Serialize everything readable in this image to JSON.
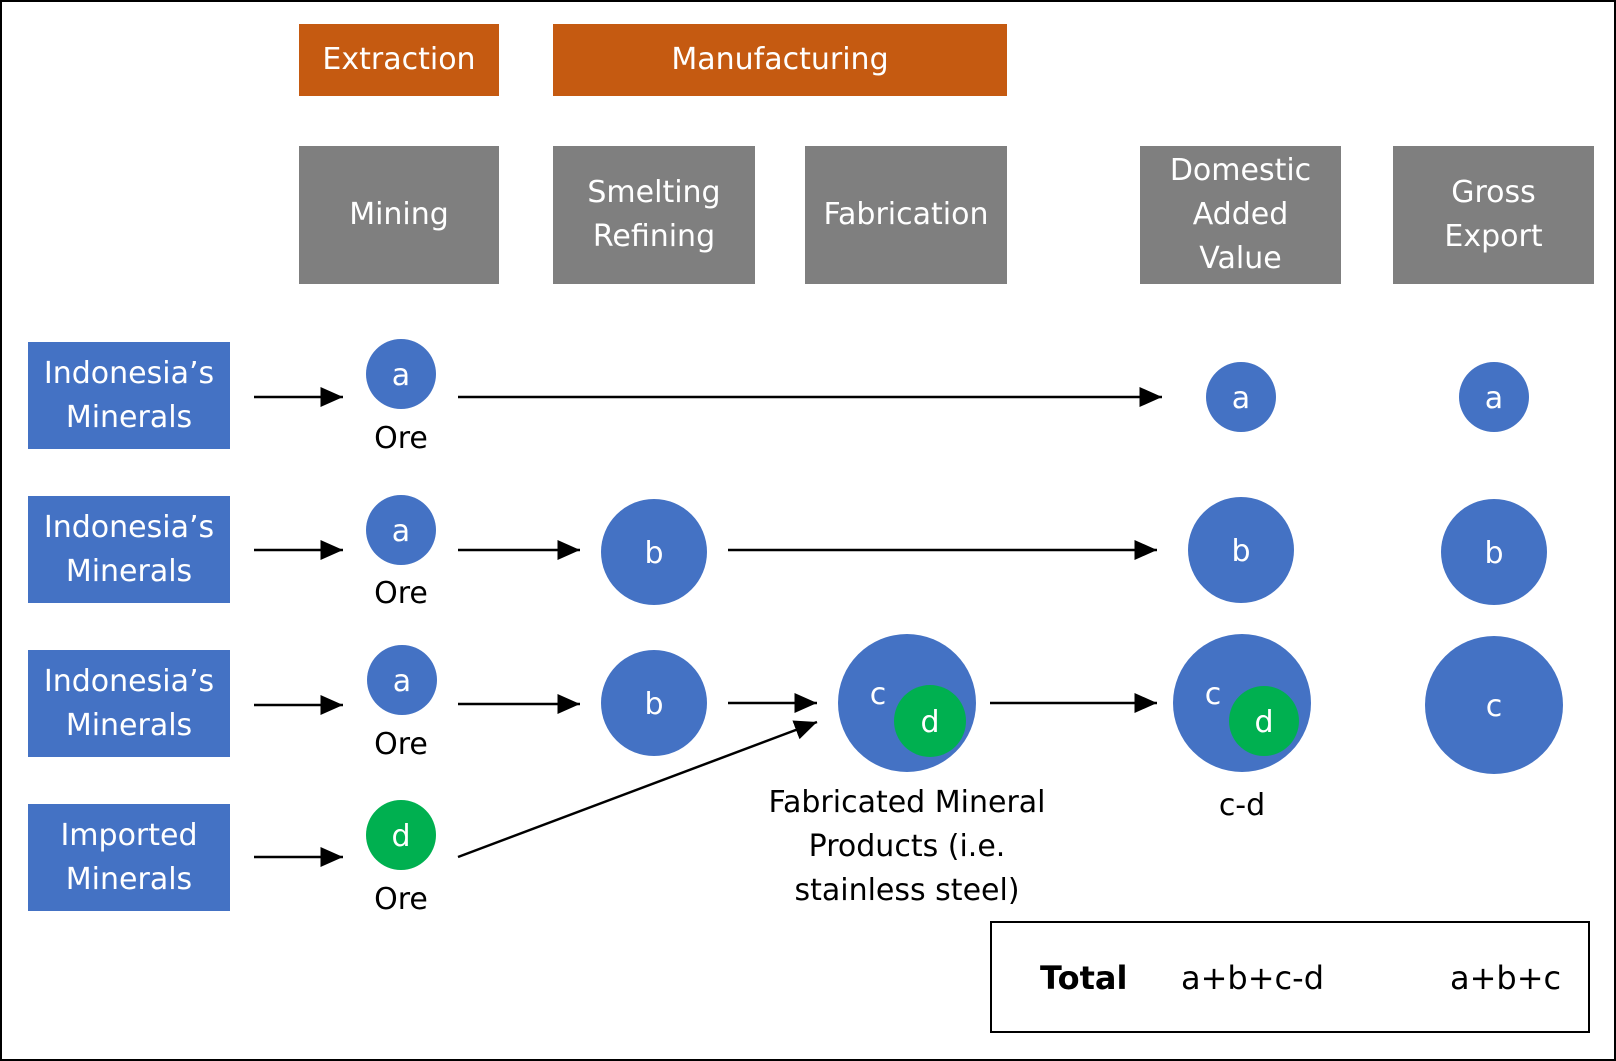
{
  "stage_headers": {
    "extraction": "Extraction",
    "manufacturing": "Manufacturing"
  },
  "process_headers": {
    "mining": "Mining",
    "smelting": "Smelting\nRefining",
    "fabrication": "Fabrication",
    "domestic": "Domestic\nAdded\nValue",
    "gross": "Gross\nExport"
  },
  "sources": [
    "Indonesia’s\nMinerals",
    "Indonesia’s\nMinerals",
    "Indonesia’s\nMinerals",
    "Imported\nMinerals"
  ],
  "ore_label": "Ore",
  "circle_labels": {
    "a": "a",
    "b": "b",
    "c": "c",
    "d": "d"
  },
  "fabricated_caption": "Fabricated Mineral\nProducts (i.e.\nstainless steel)",
  "cd_caption": "c-d",
  "total": {
    "label": "Total",
    "domestic_value": "a+b+c-d",
    "gross_value": "a+b+c"
  },
  "colors": {
    "orange": "#c55a11",
    "gray": "#7f7f7f",
    "blue": "#4472c4",
    "green": "#00b050"
  }
}
